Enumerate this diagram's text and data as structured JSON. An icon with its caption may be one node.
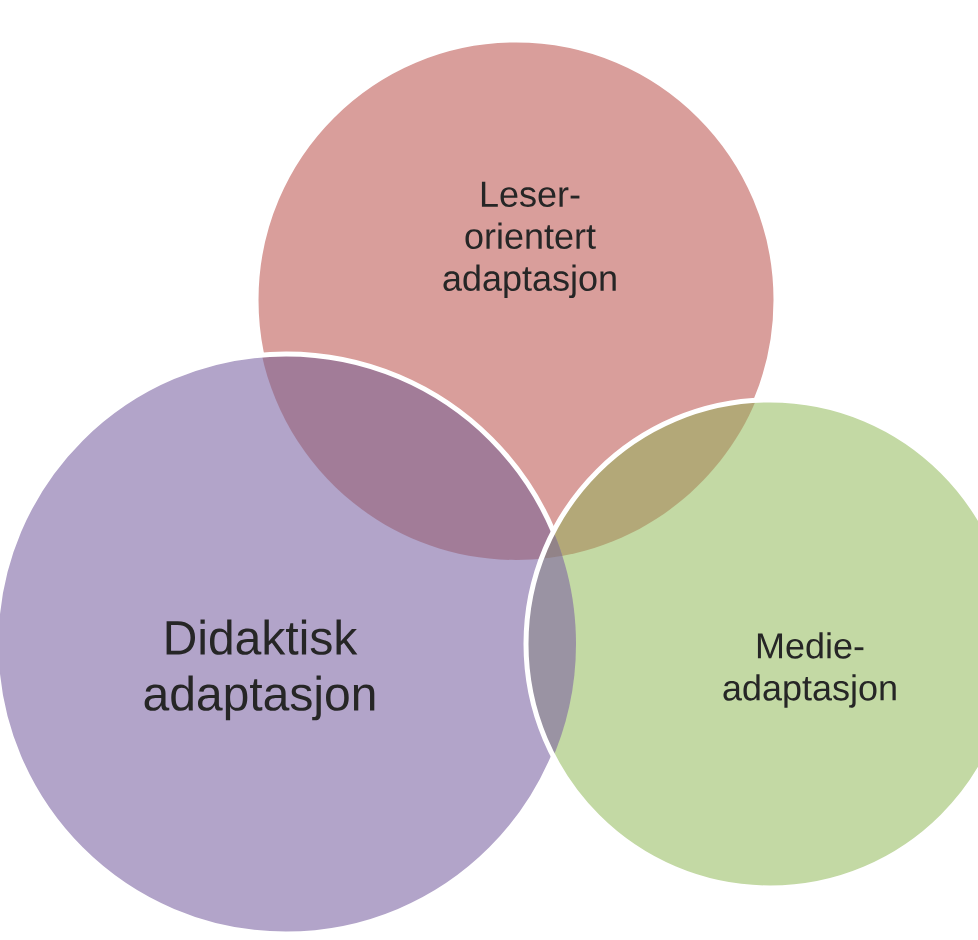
{
  "diagram": {
    "nodes": [
      {
        "text": [
          "Leser- orientert adaptasjon"
        ]
      },
      {
        "text": [
          "Didaktisk adaptasjon"
        ]
      },
      {
        "text": [
          "Medie- adaptasjon"
        ]
      }
    ]
  }
}
